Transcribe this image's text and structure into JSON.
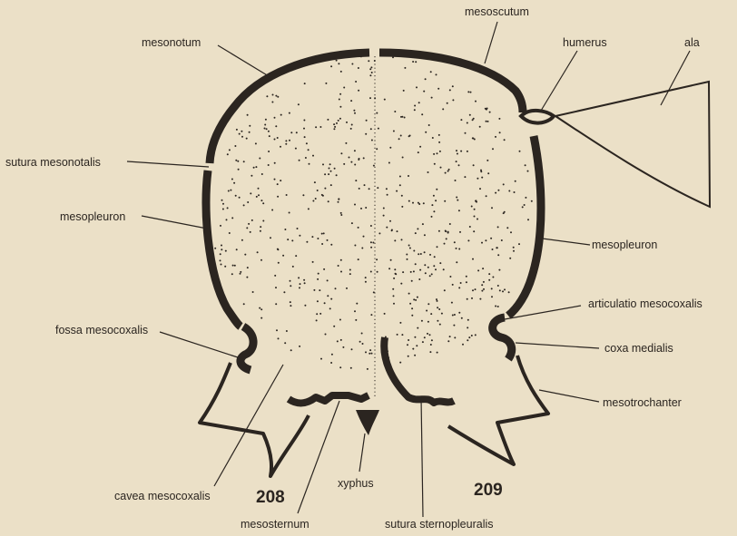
{
  "figure": {
    "numbers": {
      "left": "208",
      "right": "209"
    },
    "labels": {
      "mesonotum": "mesonotum",
      "mesoscutum": "mesoscutum",
      "humerus": "humerus",
      "ala": "ala",
      "sutura_mesonotalis": "sutura mesonotalis",
      "mesopleuron_left": "mesopleuron",
      "mesopleuron_right": "mesopleuron",
      "articulatio_mesocoxalis": "articulatio mesocoxalis",
      "fossa_mesocoxalis": "fossa mesocoxalis",
      "coxa_medialis": "coxa medialis",
      "mesotrochanter": "mesotrochanter",
      "cavea_mesocoxalis": "cavea mesocoxalis",
      "xyphus": "xyphus",
      "mesosternum": "mesosternum",
      "sutura_sternopleuralis": "sutura sternopleuralis"
    }
  },
  "colors": {
    "background": "#ebe0c7",
    "ink": "#2b2520"
  }
}
